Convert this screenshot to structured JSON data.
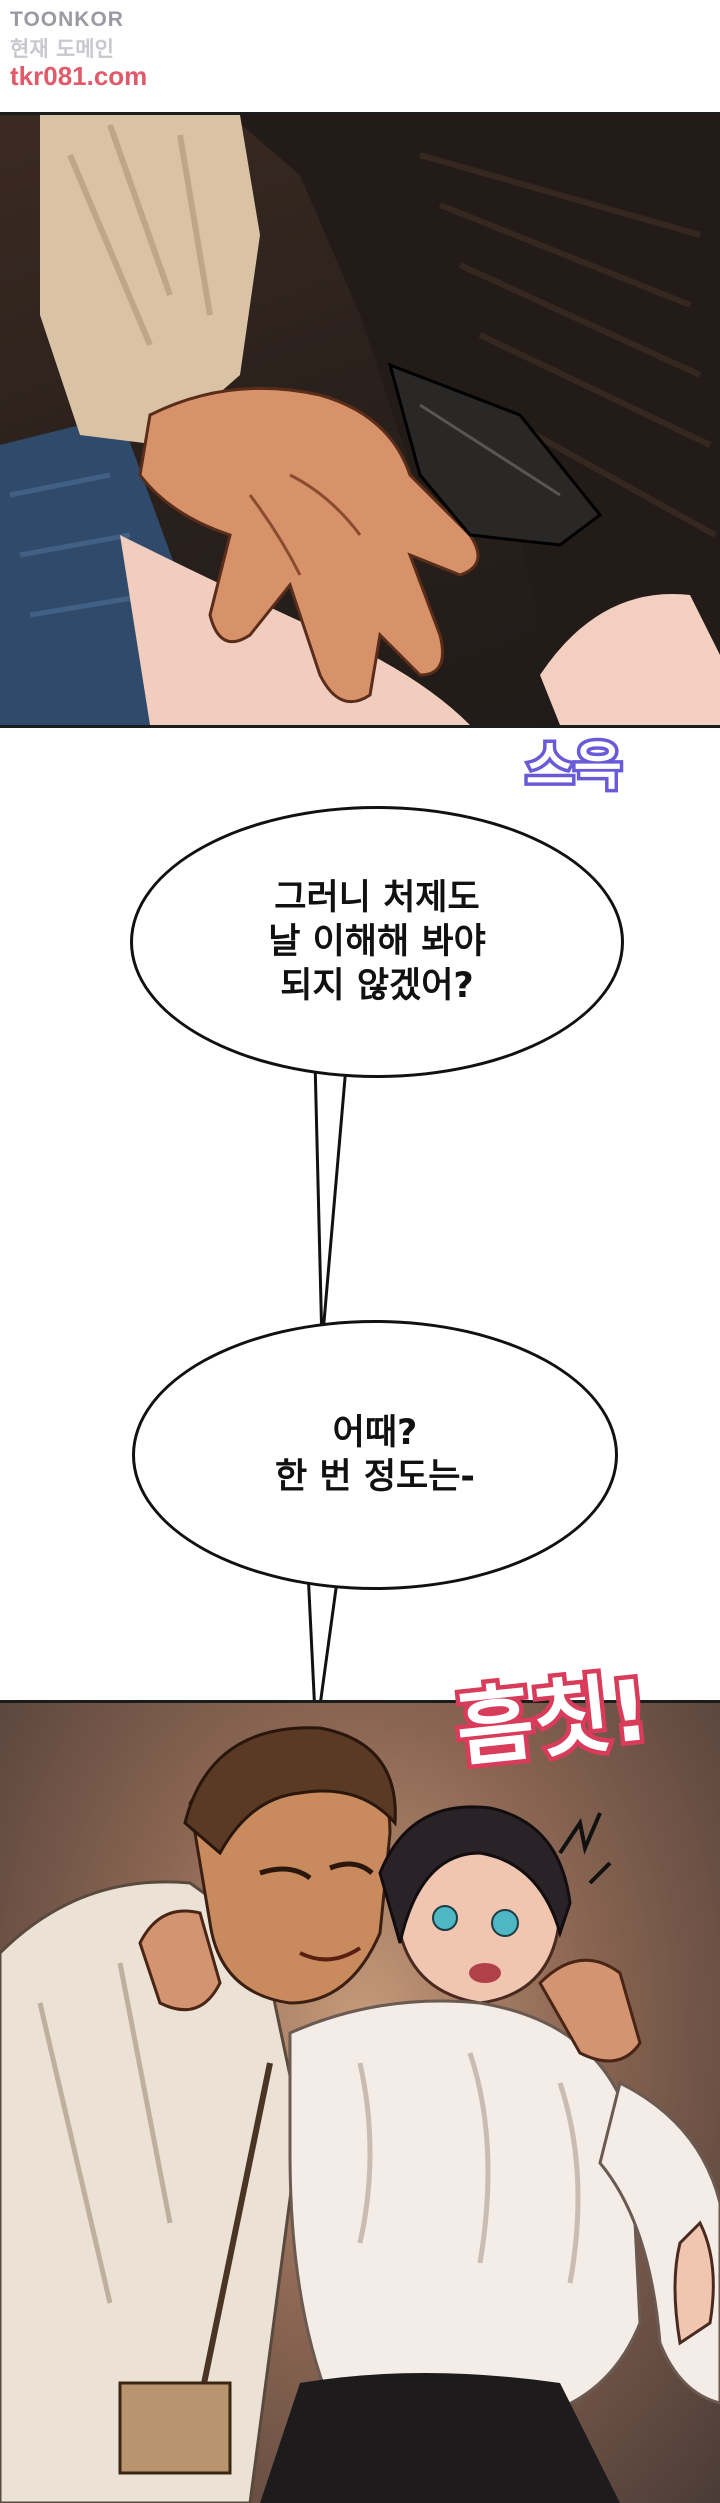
{
  "watermark": {
    "brand": "TOONKOR",
    "subtitle": "현재 도메인",
    "url": "tkr081.com"
  },
  "sfx": {
    "rustle": "스윽",
    "flinch": "흠칫!"
  },
  "bubbles": [
    {
      "text": "그러니 처제도\n날 이해해 봐야\n되지 않겠어?"
    },
    {
      "text": "어때?\n한 번 정도는-"
    }
  ],
  "colors": {
    "sfx_rustle": "#b9a3ff",
    "sfx_flinch": "#e34b63",
    "outline": "#111111"
  }
}
